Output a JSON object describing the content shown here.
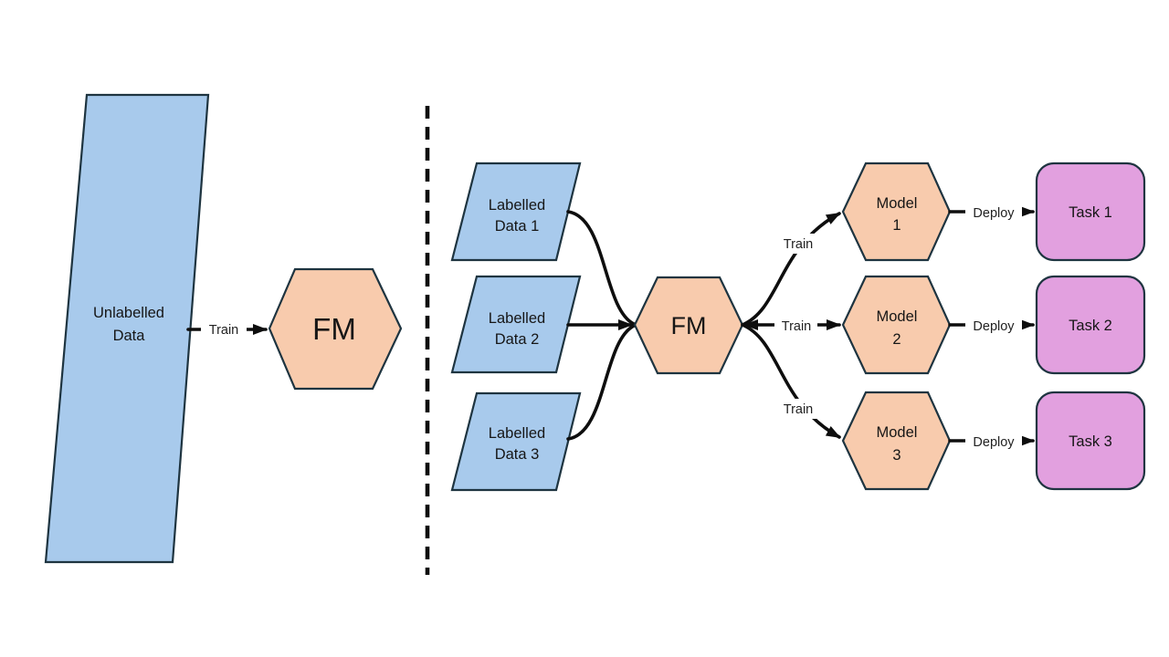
{
  "colors": {
    "background": "#ffffff",
    "data_fill": "#A8CAEC",
    "model_fill": "#F8CBAD",
    "task_fill": "#E2A0DF",
    "shape_stroke": "#1E3440",
    "connector": "#0E0E0E",
    "text": "#161616"
  },
  "left": {
    "data_shape": {
      "line1": "Unlabelled",
      "line2": "Data"
    },
    "train_label": "Train",
    "fm_label": "FM"
  },
  "right": {
    "datasets": [
      {
        "line1": "Labelled",
        "line2": "Data 1"
      },
      {
        "line1": "Labelled",
        "line2": "Data 2"
      },
      {
        "line1": "Labelled",
        "line2": "Data 3"
      }
    ],
    "fm_label": "FM",
    "train_labels": [
      "Train",
      "Train",
      "Train"
    ],
    "models": [
      {
        "line1": "Model",
        "line2": "1"
      },
      {
        "line1": "Model",
        "line2": "2"
      },
      {
        "line1": "Model",
        "line2": "3"
      }
    ],
    "deploy_labels": [
      "Deploy",
      "Deploy",
      "Deploy"
    ],
    "tasks": [
      "Task 1",
      "Task 2",
      "Task 3"
    ]
  }
}
